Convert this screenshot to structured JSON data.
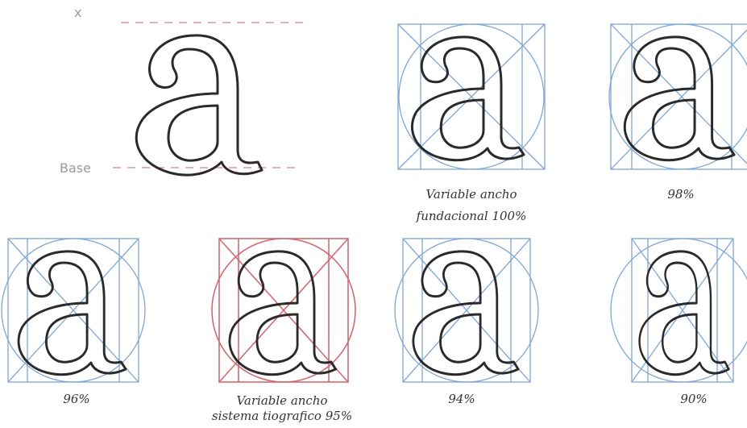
{
  "guides": {
    "top_label": "x",
    "base_label": "Base",
    "line_color": "#e07a80"
  },
  "grid_colors": {
    "standard": "#7fa6d6",
    "selected": "#d06a72"
  },
  "captions": {
    "ref_100": [
      "Variable ancho",
      "fundacional 100%"
    ],
    "p98": "98%",
    "p96": "96%",
    "selected_95": [
      "Variable ancho",
      "sistema tiografico 95%"
    ],
    "p94": "94%",
    "p90": "90%"
  },
  "variants": [
    {
      "caption_key": "ref_100",
      "width_percent": 100,
      "grid": "standard"
    },
    {
      "caption_key": "p98",
      "width_percent": 98,
      "grid": "standard"
    },
    {
      "caption_key": "p96",
      "width_percent": 96,
      "grid": "standard"
    },
    {
      "caption_key": "selected_95",
      "width_percent": 95,
      "grid": "selected"
    },
    {
      "caption_key": "p94",
      "width_percent": 94,
      "grid": "standard"
    },
    {
      "caption_key": "p90",
      "width_percent": 90,
      "grid": "standard"
    }
  ]
}
